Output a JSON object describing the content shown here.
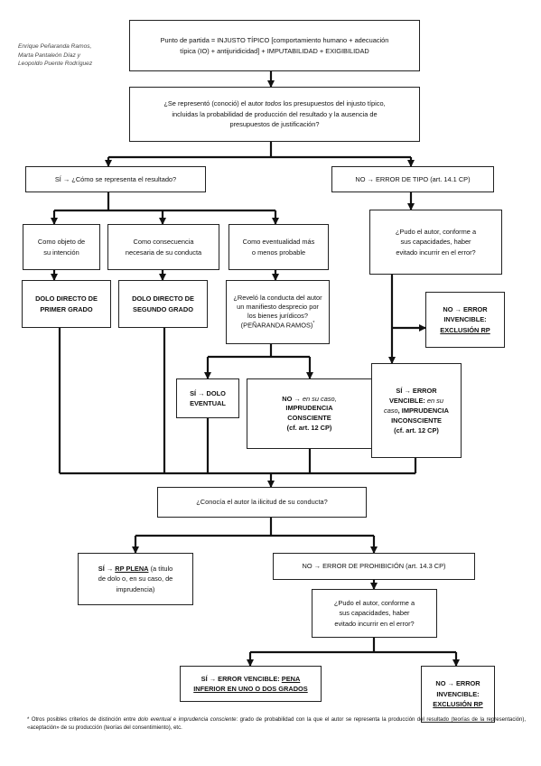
{
  "authors": [
    "Enrique Peñaranda Ramos,",
    "Marta Pantaleón Díaz y",
    "Leopoldo Puente Rodríguez"
  ],
  "nodes": {
    "start": {
      "line1": "Punto de partida = INJUSTO TÍPICO [comportamiento humano + adecuación",
      "line2": "típica (IO) + antijuridicidad] + IMPUTABILIDAD + EXIGIBILIDAD"
    },
    "q_represento": {
      "line1_a": "¿Se representó (conoció) el autor ",
      "line1_em": "todos",
      "line1_b": " los presupuestos del injusto típico,",
      "line2": "incluidas la probabilidad de producción del resultado y la ausencia de",
      "line3": "presupuestos de justificación?"
    },
    "si_resultado": {
      "text": "SÍ → ¿Cómo se representa el resultado?"
    },
    "no_error_tipo": {
      "text": "NO → ERROR DE TIPO (art. 14.1 CP)"
    },
    "objeto_intencion": {
      "line1": "Como objeto de",
      "line2": "su intención"
    },
    "consecuencia_necesaria": {
      "line1": "Como consecuencia",
      "line2": "necesaria de su conducta"
    },
    "eventualidad": {
      "line1": "Como eventualidad más",
      "line2": "o menos probable"
    },
    "q_pudo_evitar_tipo": {
      "line1": "¿Pudo el autor, conforme a",
      "line2": "sus capacidades, haber",
      "line3": "evitado incurrir en el error?"
    },
    "dolo_primer_grado": {
      "line1": "DOLO DIRECTO DE",
      "line2": "PRIMER GRADO"
    },
    "dolo_segundo_grado": {
      "line1": "DOLO DIRECTO DE",
      "line2": "SEGUNDO GRADO"
    },
    "q_desprecio": {
      "line1": "¿Reveló la conducta del autor",
      "line2": "un manifiesto desprecio por",
      "line3": "los bienes jurídicos?",
      "line4": "(PEÑARANDA RAMOS)",
      "mark": "*"
    },
    "no_invencible_tipo": {
      "line1": "NO → ERROR",
      "line2": "INVENCIBLE:",
      "line3": "EXCLUSIÓN RP"
    },
    "dolo_eventual": {
      "line1": "SÍ → DOLO",
      "line2": "EVENTUAL"
    },
    "imprudencia_consciente": {
      "line1_a": "NO → ",
      "line1_em": "en su caso,",
      "line2": "IMPRUDENCIA",
      "line3": "CONSCIENTE",
      "line4": "(cf. art. 12 CP)"
    },
    "si_vencible_tipo": {
      "line1": "SÍ → ERROR",
      "line2_a": "VENCIBLE: ",
      "line2_em": "en su",
      "line3_em": "caso",
      "line3_b": ", IMPRUDENCIA",
      "line4": "INCONSCIENTE",
      "line5": "(cf. art. 12 CP)"
    },
    "q_ilicitud": {
      "text": "¿Conocía el autor la ilicitud de su conducta?"
    },
    "rp_plena": {
      "line1_a": "SÍ → ",
      "line1_u": "RP PLENA",
      "line1_b": " (a título",
      "line2": "de dolo o, en su caso, de",
      "line3": "imprudencia)"
    },
    "error_prohibicion": {
      "text": "NO → ERROR DE PROHIBICIÓN (art. 14.3 CP)"
    },
    "q_pudo_evitar_prohibicion": {
      "line1": "¿Pudo el autor, conforme a",
      "line2": "sus capacidades, haber",
      "line3": "evitado incurrir en el error?"
    },
    "si_vencible_prohibicion": {
      "line1_a": "SÍ → ERROR VENCIBLE: ",
      "line1_u": "PENA",
      "line2_u": "INFERIOR EN UNO O DOS GRADOS"
    },
    "no_invencible_prohibicion": {
      "line1": "NO → ERROR",
      "line2": "INVENCIBLE:",
      "line3": "EXCLUSIÓN RP"
    }
  },
  "footnote": {
    "a": "* Otros posibles criterios de distinción entre ",
    "em": "dolo eventual",
    "b": " e ",
    "em2": "imprudencia consciente",
    "c": ": grado de probabilidad con la que el autor se representa la producción del resultado (teorías de la representación), «aceptación» de su producción (teorías del consentimiento), etc."
  }
}
